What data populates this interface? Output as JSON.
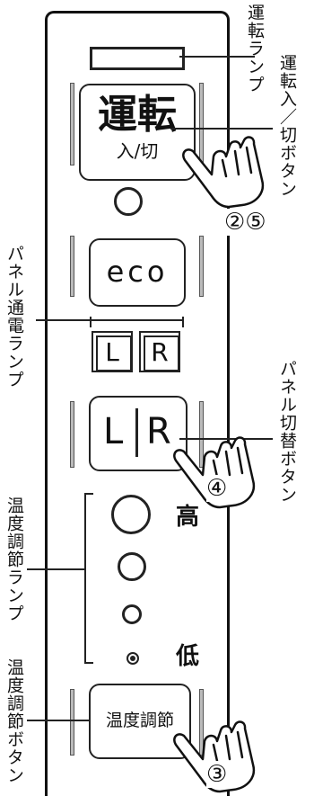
{
  "callouts": {
    "unten_lamp": "運転ランプ",
    "unten_button": "運転入／切ボタン",
    "panel_lamp": "パネル通電ランプ",
    "panel_switch": "パネル切替ボタン",
    "temp_lamp": "温度調節ランプ",
    "temp_button": "温度調節ボタン"
  },
  "buttons": {
    "unten_main": "運転",
    "unten_sub": "入/切",
    "eco": "eco",
    "lamp_left": "L",
    "lamp_right": "R",
    "switch_left": "L",
    "switch_right": "R",
    "temp": "温度調節"
  },
  "levels": {
    "high": "高",
    "low": "低"
  },
  "steps": {
    "unten": "②⑤",
    "switch": "④",
    "temp": "③"
  }
}
